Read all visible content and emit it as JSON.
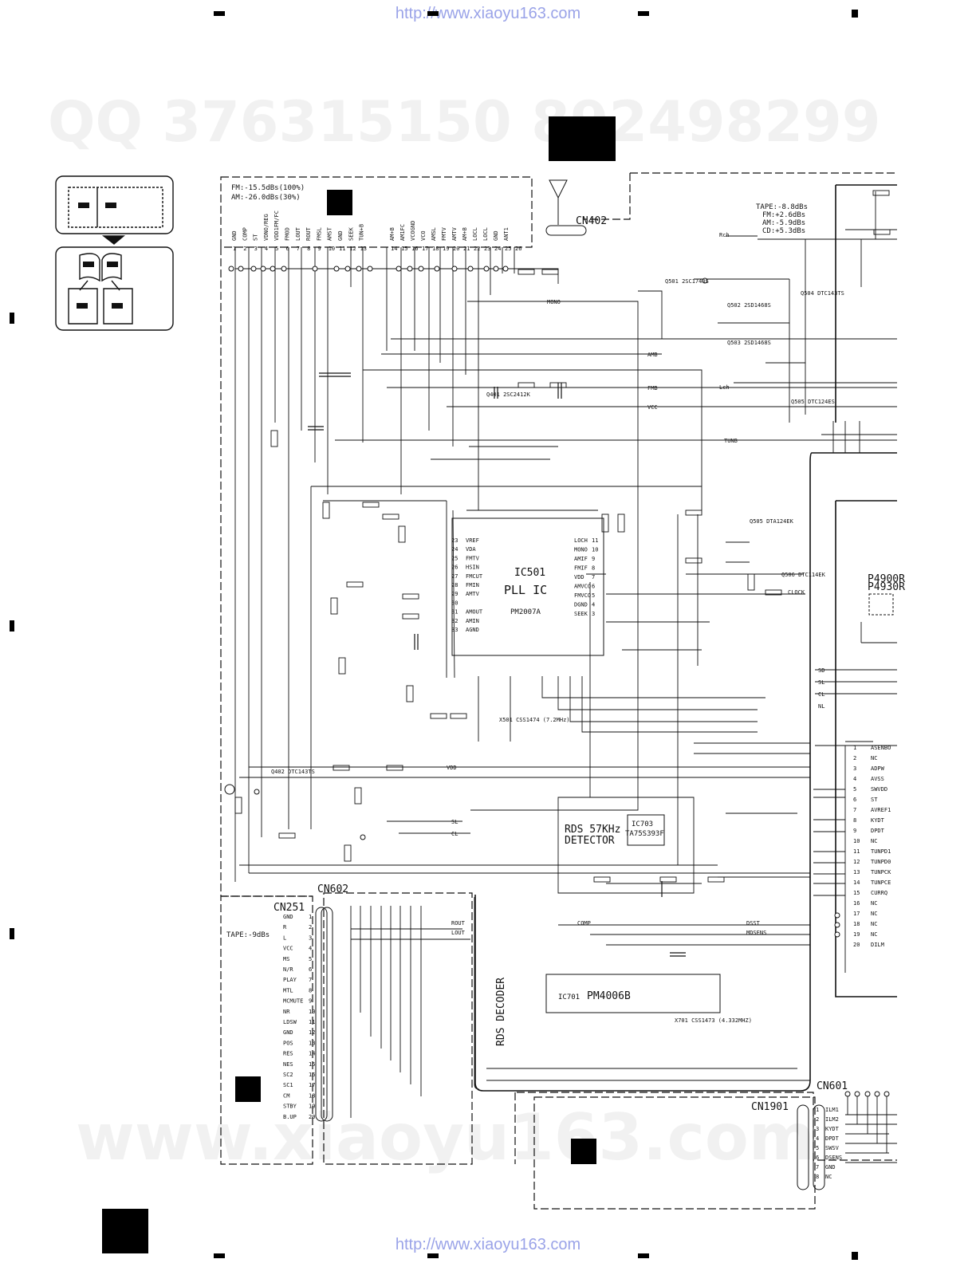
{
  "header_url": "http://www.xiaoyu163.com",
  "footer_url": "http://www.xiaoyu163.com",
  "watermarks": {
    "qq": "QQ 376315150   892498299",
    "site": "www.xiaoyu163.com"
  },
  "tuner": {
    "levels": [
      "FM:-15.5dBs(100%)",
      "AM:-26.0dBs(30%)"
    ],
    "pins_left": [
      {
        "n": "1",
        "name": "GND"
      },
      {
        "n": "2",
        "name": "COMP"
      },
      {
        "n": "3",
        "name": "ST"
      },
      {
        "n": "4",
        "name": "VDNO/REG"
      },
      {
        "n": "5",
        "name": "VDD1FM/FC"
      },
      {
        "n": "6",
        "name": "FMOD"
      },
      {
        "n": "7",
        "name": "LOUT"
      },
      {
        "n": "8",
        "name": "ROUT"
      },
      {
        "n": "9",
        "name": "FMSL"
      },
      {
        "n": "10",
        "name": "AMST"
      },
      {
        "n": "11",
        "name": "GND"
      },
      {
        "n": "12",
        "name": "SEEK"
      },
      {
        "n": "13",
        "name": "TUN+B"
      }
    ],
    "pins_right": [
      {
        "n": "14",
        "name": "AM+B"
      },
      {
        "n": "15",
        "name": "AM1FC"
      },
      {
        "n": "16",
        "name": "VCOGND"
      },
      {
        "n": "17",
        "name": "VCO"
      },
      {
        "n": "18",
        "name": "AMSL"
      },
      {
        "n": "19",
        "name": "FMTV"
      },
      {
        "n": "20",
        "name": "AMTV"
      },
      {
        "n": "21",
        "name": "AM+B"
      },
      {
        "n": "22",
        "name": "LOCL"
      },
      {
        "n": "23",
        "name": "LOCL"
      },
      {
        "n": "24",
        "name": "GND"
      },
      {
        "n": "25",
        "name": "ANT1"
      },
      {
        "n": "26",
        "name": ""
      }
    ]
  },
  "connectors": {
    "cn402": "CN402",
    "cn602": "CN602",
    "cn251": "CN251",
    "cn601": "CN601",
    "cn1901": "CN1901"
  },
  "audio_levels": [
    "TAPE:-8.8dBs",
    "FM:+2.6dBs",
    "AM:-5.9dBs",
    "CD:+5.3dBs"
  ],
  "tape_level": "TAPE:-9dBs",
  "ic501": {
    "title": "IC501",
    "func": "PLL IC",
    "part": "PM2007A"
  },
  "ic701": {
    "title": "IC701",
    "part": "PM4006B"
  },
  "ic703": {
    "title": "IC703",
    "part": "TA75S393F"
  },
  "rds_detector": [
    "RDS 57KHz",
    "DETECTOR"
  ],
  "rds_decoder": "RDS DECODER",
  "ic501_pins_left": [
    {
      "n": "23",
      "name": "VREF"
    },
    {
      "n": "24",
      "name": "VDA"
    },
    {
      "n": "25",
      "name": "FMTV"
    },
    {
      "n": "26",
      "name": "HSIN"
    },
    {
      "n": "27",
      "name": "FMCUT"
    },
    {
      "n": "28",
      "name": "FMIN"
    },
    {
      "n": "29",
      "name": "AMTV"
    },
    {
      "n": "30",
      "name": ""
    },
    {
      "n": "31",
      "name": "AMOUT"
    },
    {
      "n": "32",
      "name": "AMIN"
    },
    {
      "n": "33",
      "name": "AGND"
    }
  ],
  "ic501_pins_right": [
    {
      "n": "11",
      "name": "LOCH"
    },
    {
      "n": "10",
      "name": "MONO"
    },
    {
      "n": "9",
      "name": "AMIF"
    },
    {
      "n": "8",
      "name": "FMIF"
    },
    {
      "n": "7",
      "name": "VDD"
    },
    {
      "n": "6",
      "name": "AMVCO"
    },
    {
      "n": "5",
      "name": "FMVCO"
    },
    {
      "n": "4",
      "name": "DGND"
    },
    {
      "n": "3",
      "name": "SEEK"
    }
  ],
  "cn251_pins": [
    {
      "n": "1",
      "name": "GND"
    },
    {
      "n": "2",
      "name": "R"
    },
    {
      "n": "3",
      "name": "L"
    },
    {
      "n": "4",
      "name": "VCC"
    },
    {
      "n": "5",
      "name": "MS"
    },
    {
      "n": "6",
      "name": "N/R"
    },
    {
      "n": "7",
      "name": "PLAY"
    },
    {
      "n": "8",
      "name": "MTL"
    },
    {
      "n": "9",
      "name": "MCMUTE"
    },
    {
      "n": "10",
      "name": "NR"
    },
    {
      "n": "11",
      "name": "LDSW"
    },
    {
      "n": "12",
      "name": "GND"
    },
    {
      "n": "13",
      "name": "POS"
    },
    {
      "n": "14",
      "name": "RES"
    },
    {
      "n": "15",
      "name": "NES"
    },
    {
      "n": "16",
      "name": "SC2"
    },
    {
      "n": "17",
      "name": "SC1"
    },
    {
      "n": "18",
      "name": "CM"
    },
    {
      "n": "19",
      "name": "STBY"
    },
    {
      "n": "20",
      "name": "B.UP"
    }
  ],
  "right_connector_pins": [
    {
      "n": "1",
      "name": "ASENBO"
    },
    {
      "n": "2",
      "name": "NC"
    },
    {
      "n": "3",
      "name": "ADPW"
    },
    {
      "n": "4",
      "name": "AVSS"
    },
    {
      "n": "5",
      "name": "SWVDD"
    },
    {
      "n": "6",
      "name": "ST"
    },
    {
      "n": "7",
      "name": "AVREF1"
    },
    {
      "n": "8",
      "name": "KYDT"
    },
    {
      "n": "9",
      "name": "DPDT"
    },
    {
      "n": "10",
      "name": "NC"
    },
    {
      "n": "11",
      "name": "TUNPD1"
    },
    {
      "n": "12",
      "name": "TUNPD0"
    },
    {
      "n": "13",
      "name": "TUNPCK"
    },
    {
      "n": "14",
      "name": "TUNPCE"
    },
    {
      "n": "15",
      "name": "CURRQ"
    },
    {
      "n": "16",
      "name": "NC"
    },
    {
      "n": "17",
      "name": "NC"
    },
    {
      "n": "18",
      "name": "NC"
    },
    {
      "n": "19",
      "name": "NC"
    },
    {
      "n": "20",
      "name": "DILM"
    }
  ],
  "cn601_pins": [
    {
      "n": "1",
      "name": "ILM1"
    },
    {
      "n": "2",
      "name": "ILM2"
    },
    {
      "n": "3",
      "name": "KYDT"
    },
    {
      "n": "4",
      "name": "DPDT"
    },
    {
      "n": "5",
      "name": "SWSV"
    },
    {
      "n": "6",
      "name": "DSENS"
    },
    {
      "n": "7",
      "name": "GND"
    },
    {
      "n": "8",
      "name": "NC"
    }
  ],
  "signals": [
    "MONO",
    "AMB",
    "FMB",
    "VCC",
    "TUNB",
    "VDD",
    "SL",
    "CL",
    "CLOCK",
    "COMP",
    "DSST",
    "MDSENS",
    "Rch",
    "Lch",
    "ROUT",
    "LOUT",
    "SD",
    "SL",
    "CL",
    "NL"
  ],
  "part_refs": [
    "Q501 2SC1740S",
    "Q502 2SD1468S",
    "Q503 2SD1468S",
    "Q504 DTC143TS",
    "Q505 DTC124ES",
    "Q401 2SC2412K",
    "Q402 DTC143TS",
    "Q505 DTA124EK",
    "Q506 DTC114EK",
    "X501 CSS1474 (7.2MHz)",
    "X701 CSS1473 (4.332MHZ)",
    "P4900R",
    "P4930R"
  ]
}
